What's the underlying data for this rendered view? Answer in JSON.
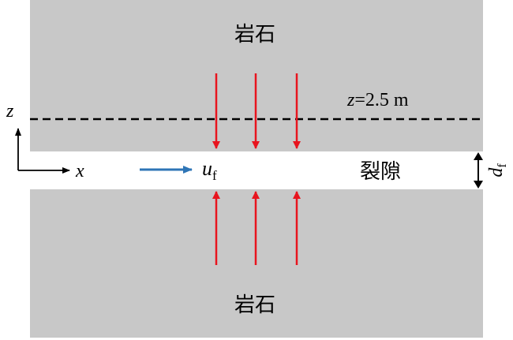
{
  "diagram": {
    "labels": {
      "rock_top": "岩石",
      "rock_bottom": "岩石",
      "fracture": "裂隙",
      "depth_line": "z=2.5 m",
      "axis_z": "z",
      "axis_x": "x",
      "flow_velocity_symbol": "u",
      "flow_velocity_subscript": "f",
      "aperture_symbol": "d",
      "aperture_subscript": "f"
    },
    "colors": {
      "rock": "#c8c8c8",
      "fracture": "#ffffff",
      "heat_arrows": "#e8141e",
      "flow_arrow": "#2e75b6",
      "lines": "#000000"
    }
  }
}
